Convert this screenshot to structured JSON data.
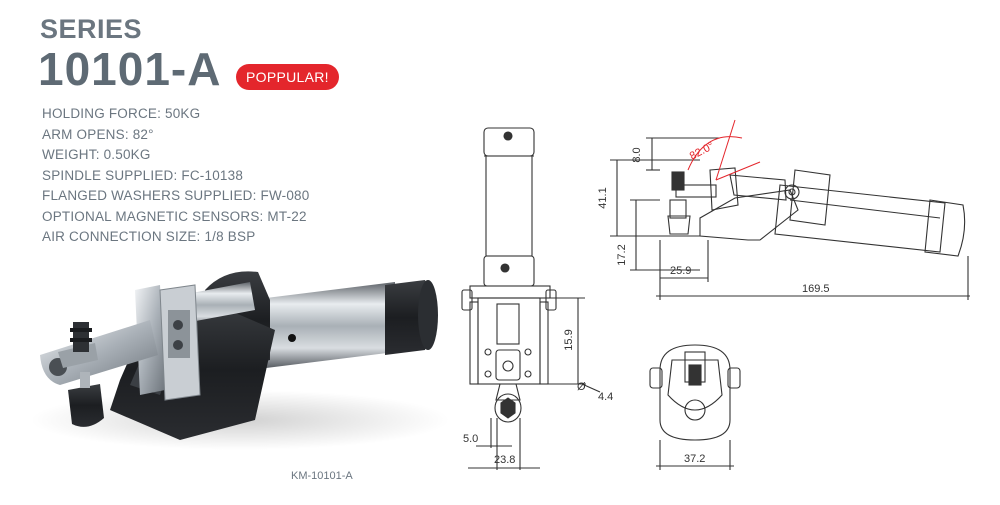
{
  "header": {
    "series_label": "SERIES",
    "model_number": "10101-A",
    "badge": "POPPULAR!"
  },
  "specs": [
    "HOLDING FORCE: 50KG",
    "ARM OPENS: 82°",
    "WEIGHT: 0.50KG",
    "SPINDLE SUPPLIED: FC-10138",
    "FLANGED WASHERS SUPPLIED: FW-080",
    "OPTIONAL MAGNETIC SENSORS: MT-22",
    "AIR CONNECTION SIZE: 1/8 BSP"
  ],
  "product_code": "KM-10101-A",
  "dimensions": {
    "front": {
      "height_upper": "15.9",
      "hole": "Ø",
      "hole_value": "4.4",
      "offset": "5.0",
      "width": "23.8"
    },
    "side": {
      "top": "8.0",
      "angle": "82.0°",
      "height": "41.1",
      "lower": "17.2",
      "base": "25.9",
      "length": "169.5"
    },
    "bottom": {
      "width": "37.2"
    }
  },
  "colors": {
    "accent": "#e4262c",
    "text": "#5e6a74"
  }
}
